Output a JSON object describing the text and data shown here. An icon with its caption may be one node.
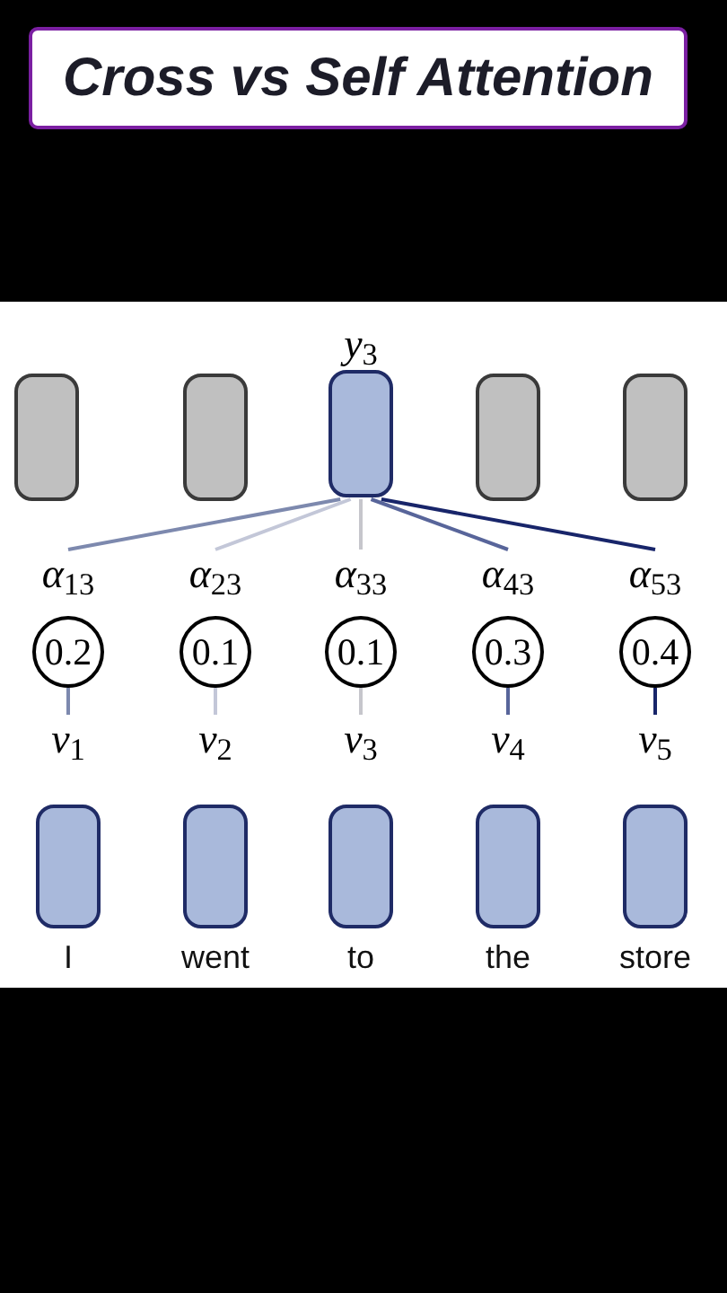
{
  "diagram": {
    "title": "Cross vs Self Attention",
    "nodes": [
      {
        "text": [],
        "shape": "box"
      },
      {
        "text": [],
        "shape": "box"
      },
      {
        "text": [
          "*y*$_{3}$"
        ]
      },
      {
        "text": [],
        "shape": "box"
      },
      {
        "text": [],
        "shape": "box"
      },
      {
        "text": [
          "*α*$_{13}$",
          "0.2"
        ]
      },
      {
        "text": [
          "*α*$_{23}$",
          "0.1"
        ]
      },
      {
        "text": [
          "*α*$_{33}$",
          "0.1"
        ]
      },
      {
        "text": [
          "*α*$_{43}$",
          "0.3"
        ]
      },
      {
        "text": [
          "*α*$_{53}$",
          "0.4"
        ]
      },
      {
        "text": [
          "*v*$_{1}$"
        ],
        "beside": [
          "I"
        ]
      },
      {
        "text": [
          "*v*$_{2}$"
        ],
        "beside": [
          "went"
        ]
      },
      {
        "text": [
          "*v*$_{3}$"
        ],
        "beside": [
          "to"
        ]
      },
      {
        "text": [
          "*v*$_{4}$"
        ],
        "beside": [
          "the"
        ]
      },
      {
        "text": [
          "*v*$_{5}$"
        ],
        "beside": [
          "store"
        ]
      }
    ],
    "edges": [
      {
        "from": 2,
        "to": 5,
        "arrow": "none",
        "color": "#7d89ae"
      },
      {
        "from": 2,
        "to": 6,
        "arrow": "none",
        "color": "#c3c7d8"
      },
      {
        "from": 2,
        "to": 7,
        "arrow": "none",
        "color": "#c6c6cc"
      },
      {
        "from": 2,
        "to": 8,
        "arrow": "none",
        "color": "#58659a"
      },
      {
        "from": 2,
        "to": 9,
        "arrow": "none",
        "color": "#18256a"
      },
      {
        "from": 5,
        "to": 10,
        "arrow": "none",
        "color": "#7d89ae"
      },
      {
        "from": 6,
        "to": 11,
        "arrow": "none",
        "color": "#c3c7d8"
      },
      {
        "from": 7,
        "to": 12,
        "arrow": "none",
        "color": "#c6c6cc"
      },
      {
        "from": 8,
        "to": 13,
        "arrow": "none",
        "color": "#58659a"
      },
      {
        "from": 9,
        "to": 14,
        "arrow": "none",
        "color": "#18256a"
      }
    ]
  }
}
